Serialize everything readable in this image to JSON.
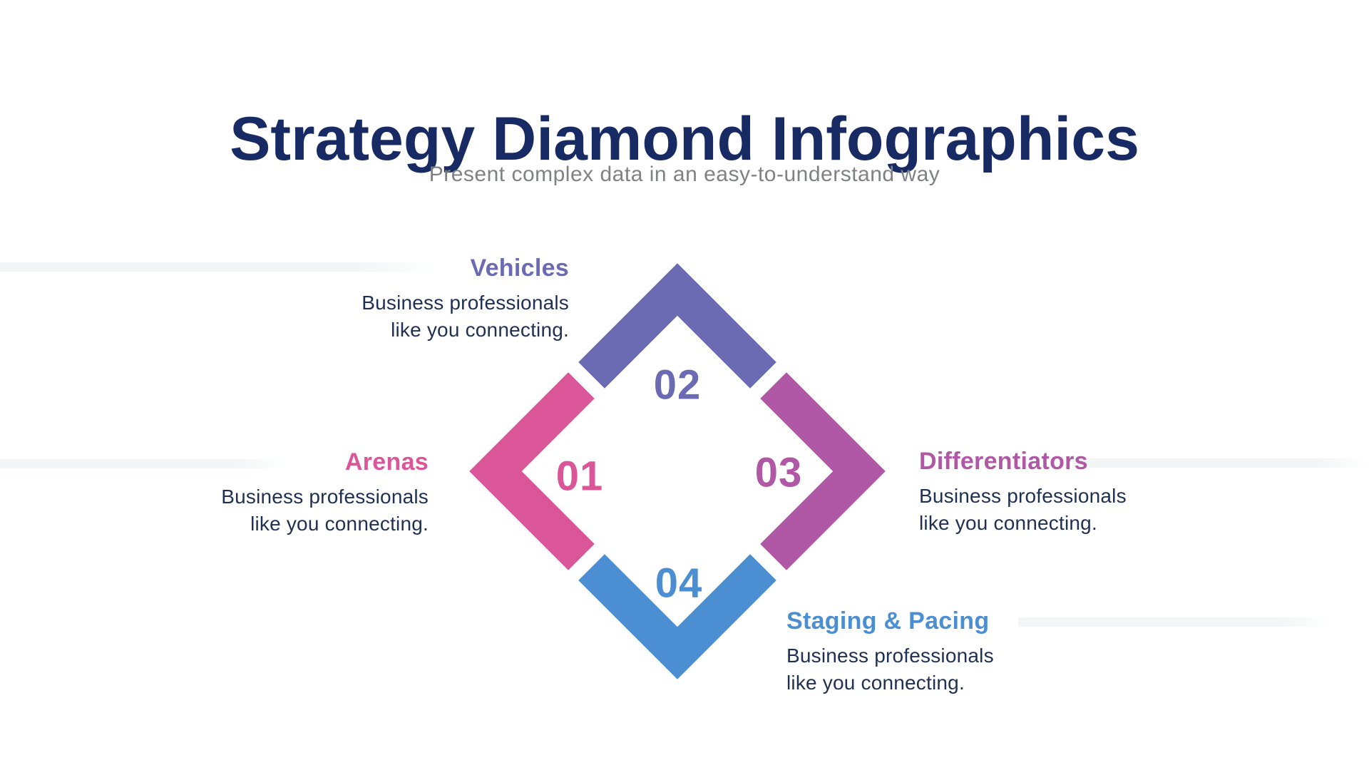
{
  "header": {
    "title": "Strategy Diamond Infographics",
    "subtitle": "Present complex data in an easy-to-understand way"
  },
  "colors": {
    "title": "#172A63",
    "subtitle": "#808184",
    "description": "#1F3053",
    "accent_line": "#F2F6F6"
  },
  "diamond": {
    "items": [
      {
        "number": "01",
        "label": "Arenas",
        "position": "left",
        "color": "#DB5599",
        "description_lines": [
          "Business professionals",
          "like you connecting."
        ]
      },
      {
        "number": "02",
        "label": "Vehicles",
        "position": "top",
        "color": "#6A6BB2",
        "description_lines": [
          "Business professionals",
          "like you connecting."
        ]
      },
      {
        "number": "03",
        "label": "Differentiators",
        "position": "right",
        "color": "#B057A6",
        "description_lines": [
          "Business professionals",
          "like you connecting."
        ]
      },
      {
        "number": "04",
        "label": "Staging & Pacing",
        "position": "bottom",
        "color": "#4B8FD2",
        "description_lines": [
          "Business professionals",
          "like you connecting."
        ]
      }
    ]
  }
}
